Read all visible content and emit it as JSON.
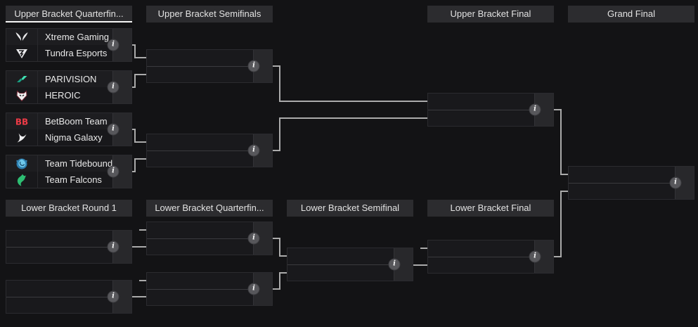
{
  "colors": {
    "background": "#131315",
    "header_bg": "#2c2c2f",
    "match_bg": "#19191c",
    "score_strip_bg": "#28282b",
    "connector": "#ababab",
    "active_header_underline": "#f5f5f5",
    "parivision_teal": "#3fe0b2",
    "betboom_red": "#ee3b47",
    "tidebound_blue": "#6fc8ea",
    "falcons_green": "#2dbd72"
  },
  "rounds": {
    "upper_quarterfinals": {
      "label": "Upper Bracket Quarterfin...",
      "active": true
    },
    "upper_semifinals": {
      "label": "Upper Bracket Semifinals"
    },
    "upper_final": {
      "label": "Upper Bracket Final"
    },
    "grand_final": {
      "label": "Grand Final"
    },
    "lower_round1": {
      "label": "Lower Bracket Round 1"
    },
    "lower_quarterfinals": {
      "label": "Lower Bracket Quarterfin..."
    },
    "lower_semifinal": {
      "label": "Lower Bracket Semifinal"
    },
    "lower_final": {
      "label": "Lower Bracket Final"
    }
  },
  "matches": {
    "upper_quarterfinals": [
      {
        "top": {
          "name": "Xtreme Gaming",
          "logo": "xtreme-gaming-logo"
        },
        "bottom": {
          "name": "Tundra Esports",
          "logo": "tundra-esports-logo"
        }
      },
      {
        "top": {
          "name": "PARIVISION",
          "logo": "parivision-logo"
        },
        "bottom": {
          "name": "HEROIC",
          "logo": "heroic-logo"
        }
      },
      {
        "top": {
          "name": "BetBoom Team",
          "logo": "betboom-team-logo"
        },
        "bottom": {
          "name": "Nigma Galaxy",
          "logo": "nigma-galaxy-logo"
        }
      },
      {
        "top": {
          "name": "Team Tidebound",
          "logo": "team-tidebound-logo"
        },
        "bottom": {
          "name": "Team Falcons",
          "logo": "team-falcons-logo"
        }
      }
    ]
  },
  "info_icon_glyph": "i"
}
